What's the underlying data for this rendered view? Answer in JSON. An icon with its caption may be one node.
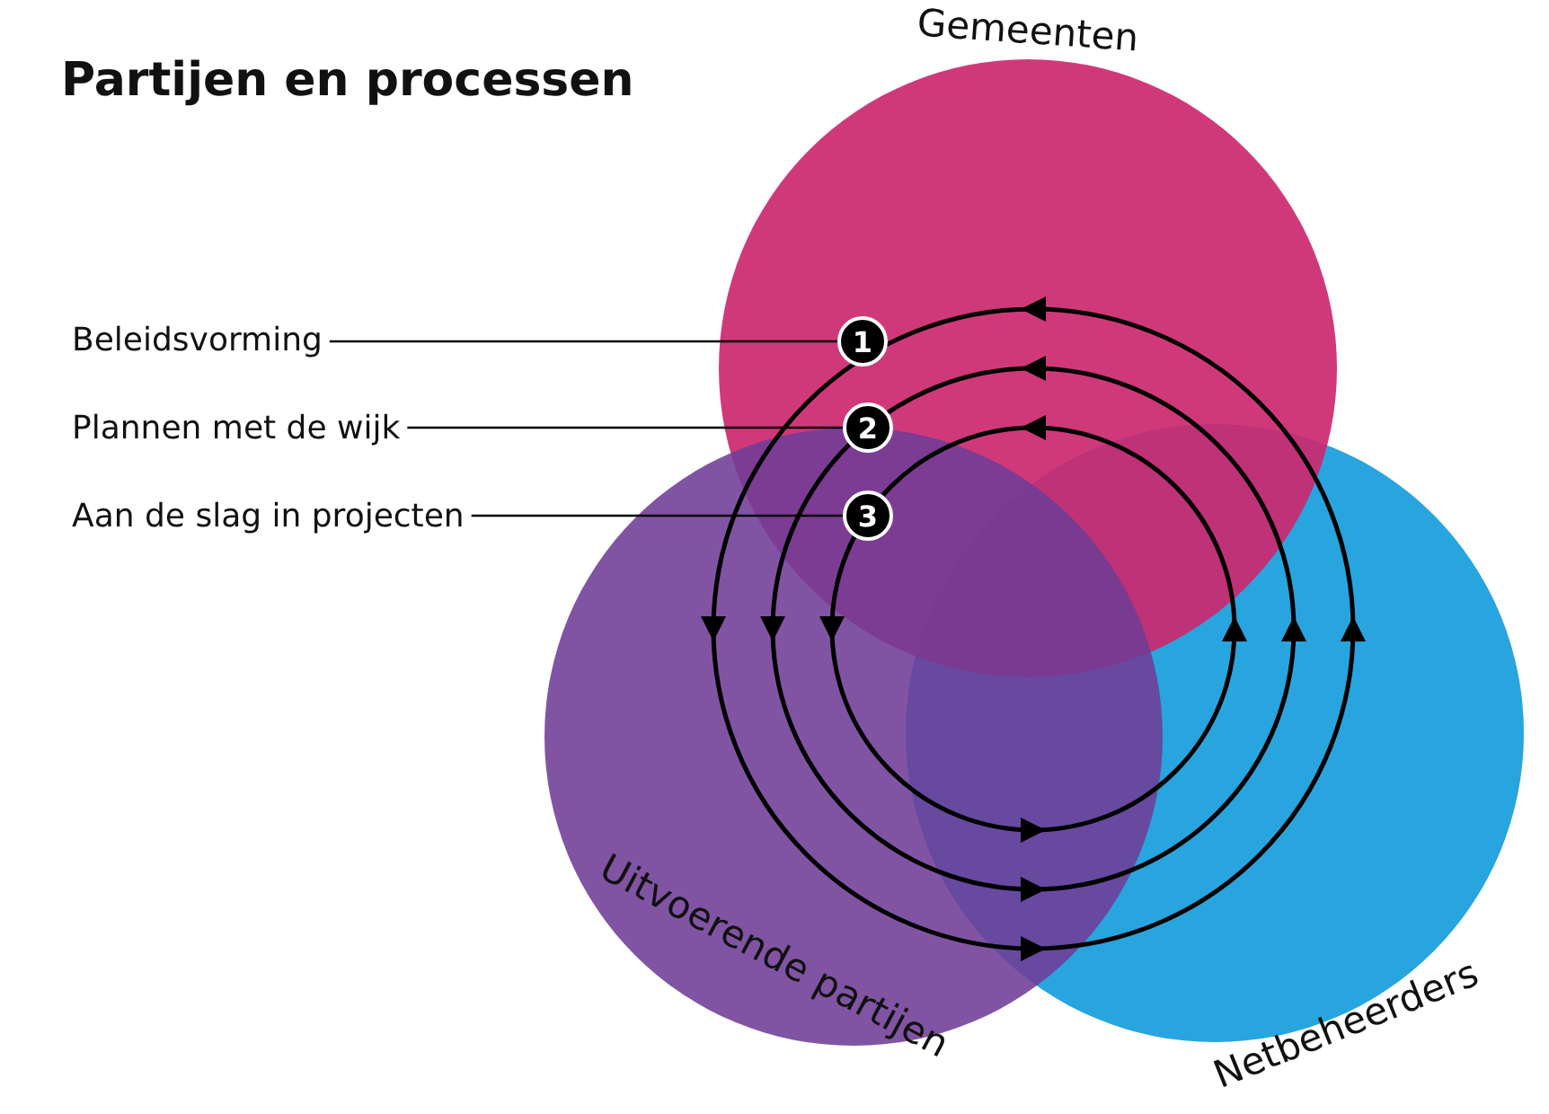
{
  "diagram": {
    "title": "Partijen en processen",
    "nodes": [
      {
        "text": [
          "Gemeenten"
        ]
      },
      {
        "text": [
          "Uitvoerende partijen"
        ]
      },
      {
        "text": [
          "Netbeheerders"
        ]
      },
      {
        "text": [
          "Beleidsvorming"
        ]
      },
      {
        "text": [
          "1"
        ],
        "in": 0
      },
      {
        "text": [
          "Plannen met de wijk"
        ]
      },
      {
        "text": [
          "2"
        ],
        "in": 0
      },
      {
        "text": [
          "Aan de slag in projecten"
        ]
      },
      {
        "text": [
          "3"
        ]
      }
    ],
    "edges": [
      {
        "from": 3,
        "to": 4,
        "arrow": "none"
      },
      {
        "from": 5,
        "to": 6,
        "arrow": "none"
      },
      {
        "from": 7,
        "to": 8,
        "arrow": "none"
      }
    ]
  }
}
